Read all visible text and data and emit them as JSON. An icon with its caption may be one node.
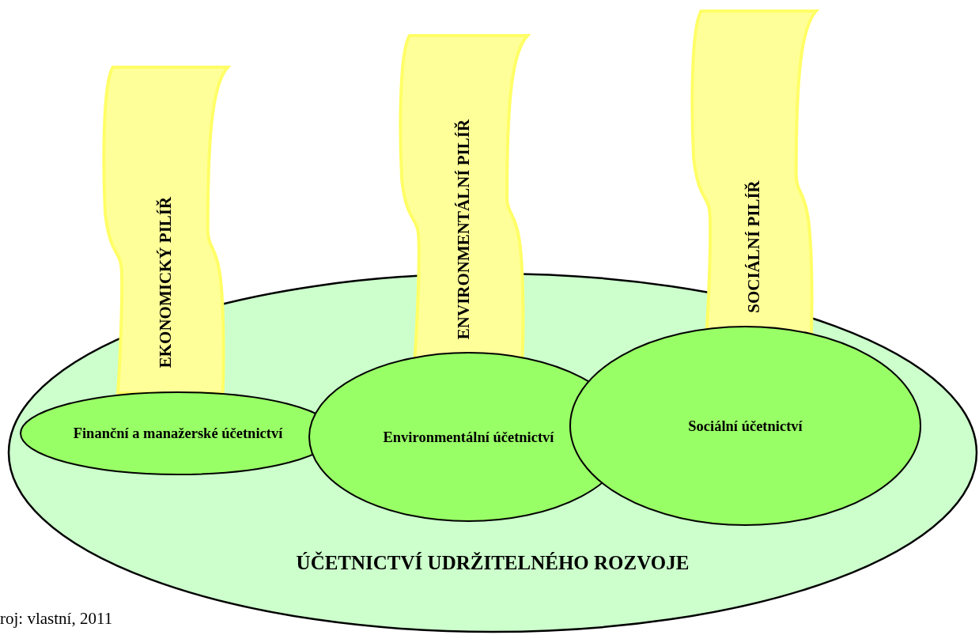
{
  "diagram": {
    "nodes": [
      {
        "text": [
          "EKONOMICKÝ PILÍŘ"
        ]
      },
      {
        "text": [
          "ENVIRONMENTÁLNÍ PILÍŘ"
        ]
      },
      {
        "text": [
          "SOCIÁLNÍ PILÍŘ"
        ]
      },
      {
        "text": [
          "ÚČETNICTVÍ UDRŽITELNÉHO ROZVOJE"
        ]
      },
      {
        "text": [
          "Finanční a manažerské účetnictví"
        ],
        "in": 3
      },
      {
        "text": [
          "Environmentální účetnictví"
        ],
        "in": 3
      },
      {
        "text": [
          "Sociální účetnictví"
        ],
        "in": 3
      }
    ],
    "labels": [
      "roj: vlastní, 2011"
    ]
  }
}
